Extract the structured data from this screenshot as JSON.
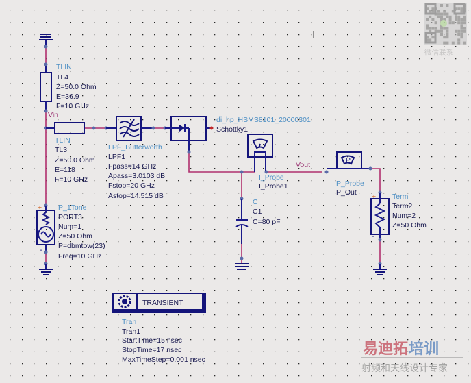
{
  "schematic": {
    "nets": {
      "vin": "Vin",
      "vout": "Vout"
    },
    "components": {
      "tl4": {
        "type": "TLIN",
        "name": "TL4",
        "params": [
          "Z=50.0 Ohm",
          "E=36.9",
          "F=10 GHz"
        ]
      },
      "tl3": {
        "type": "TLIN",
        "name": "TL3",
        "params": [
          "Z=50.0 Ohm",
          "E=118",
          "F=10 GHz"
        ]
      },
      "lpf1": {
        "type": "LPF_Butterworth",
        "name": "LPF1",
        "params": [
          "Fpass=14 GHz",
          "Apass=3.0103 dB",
          "Fstop=20 GHz",
          "Astop=14.515 dB"
        ]
      },
      "schottky1": {
        "type": "di_hp_HSMS8101_20000301",
        "name": "Schottky1"
      },
      "iprobe1": {
        "type": "I_Probe",
        "name": "I_Probe1"
      },
      "pout": {
        "type": "P_Probe",
        "name": "P_Out"
      },
      "term2": {
        "type": "Term",
        "name": "Term2",
        "params": [
          "Num=2",
          "Z=50 Ohm"
        ]
      },
      "c1": {
        "type": "C",
        "name": "C1",
        "params": [
          "C=80 pF"
        ]
      },
      "port3": {
        "type": "P_1Tone",
        "name": "PORT3",
        "params": [
          "Num=1",
          "Z=50 Ohm",
          "P=dbmtow(23)",
          "Freq=10 GHz"
        ]
      }
    },
    "simulation": {
      "label": "TRANSIENT",
      "type": "Tran",
      "name": "Tran1",
      "params": [
        "StartTime=15 nsec",
        "StopTime=17 nsec",
        "MaxTimeStep=0.001 nsec"
      ]
    }
  },
  "watermark": {
    "brand_part1": "易迪拓",
    "brand_part2": "培训",
    "tagline": "射频和天线设计专家",
    "qr_caption": "微信联系"
  },
  "colors": {
    "wire": "#b0306e",
    "component": "#14147a",
    "type_label": "#4d8fc4"
  }
}
